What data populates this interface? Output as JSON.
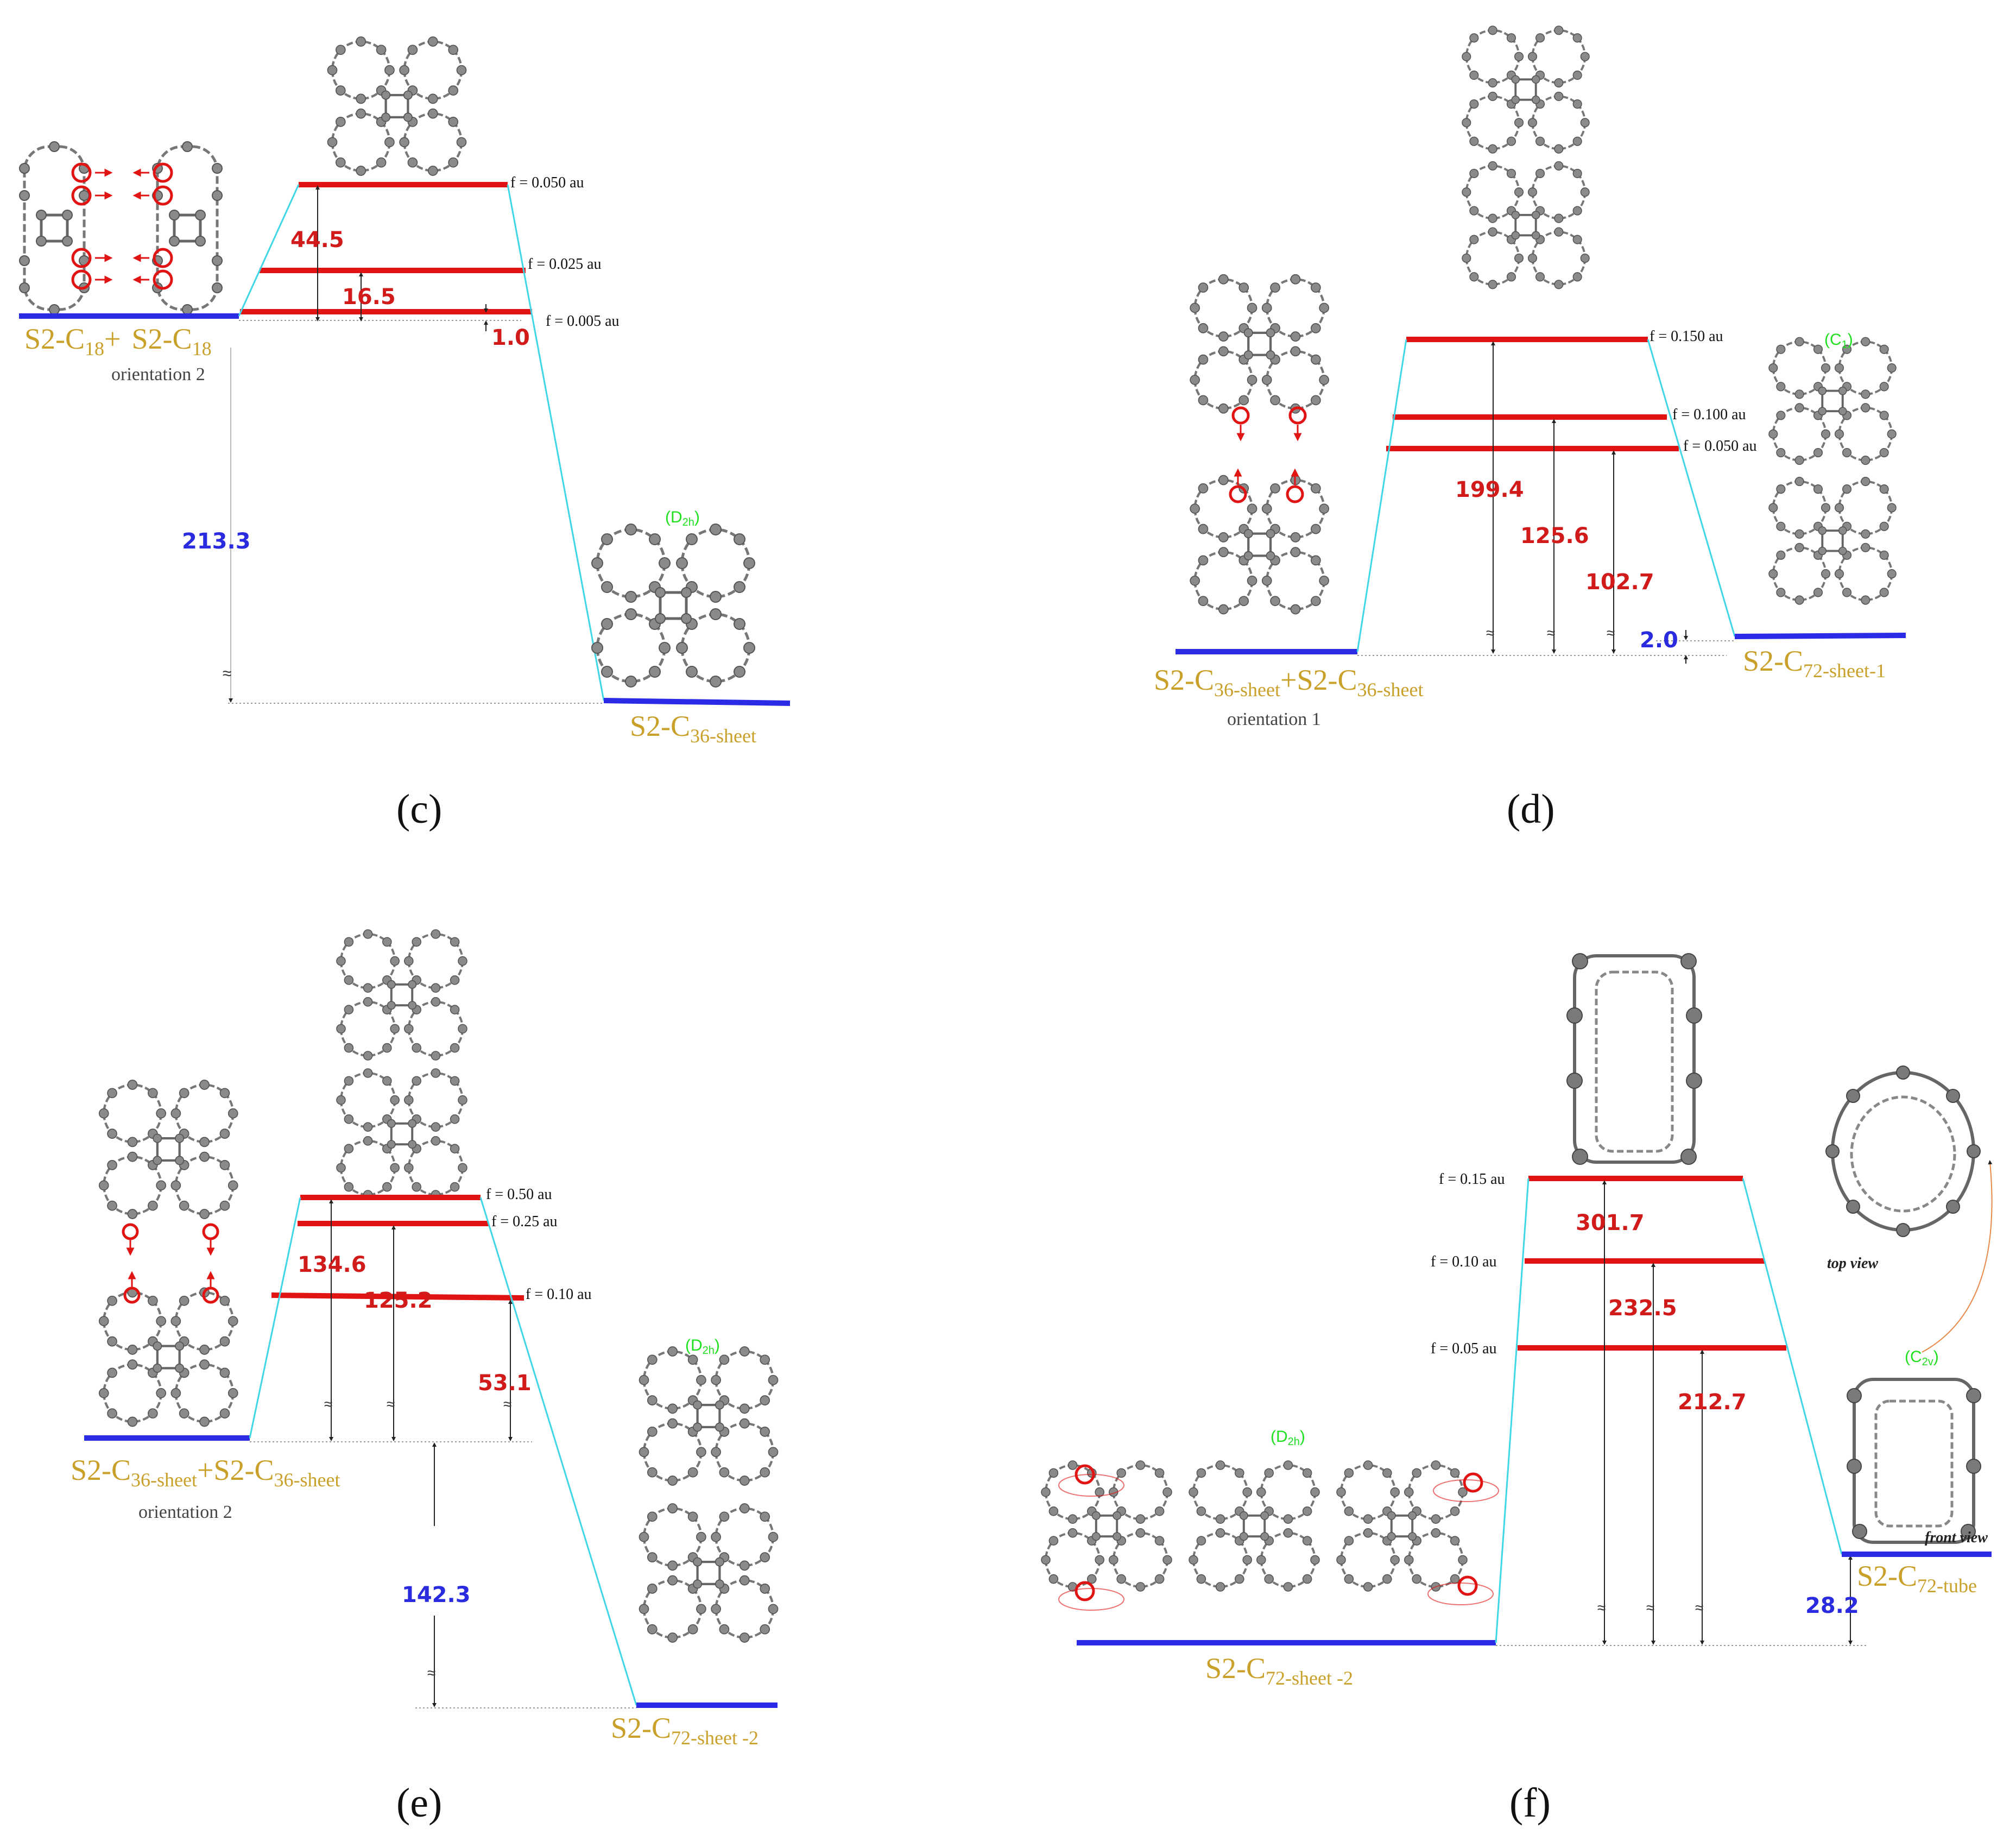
{
  "panels": {
    "c": {
      "label": "(c)",
      "reactant_a": "S2-C",
      "reactant_a_sub": "18",
      "plus": "+",
      "reactant_b": "S2-C",
      "reactant_b_sub": "18",
      "orientation": "orientation 2",
      "product": "S2-C",
      "product_sub": "36-sheet",
      "symmetry": "(D",
      "symmetry_sub": "2h",
      "symmetry_close": ")",
      "barriers": [
        "44.5",
        "16.5",
        "1.0"
      ],
      "reaction_energy": "213.3",
      "f_values": [
        "f = 0.050 au",
        "f = 0.025 au",
        "f = 0.005 au"
      ]
    },
    "d": {
      "label": "(d)",
      "reactant_a": "S2-C",
      "reactant_a_sub": "36-sheet",
      "plus": "+",
      "reactant_b": "S2-C",
      "reactant_b_sub": "36-sheet",
      "orientation": "orientation 1",
      "product": "S2-C",
      "product_sub": "72-sheet-1",
      "symmetry": "(C",
      "symmetry_sub": "1",
      "symmetry_close": ")",
      "barriers": [
        "199.4",
        "125.6",
        "102.7"
      ],
      "reaction_energy": "2.0",
      "f_values": [
        "f = 0.150 au",
        "f = 0.100 au",
        "f = 0.050 au"
      ]
    },
    "e": {
      "label": "(e)",
      "reactant_a": "S2-C",
      "reactant_a_sub": "36-sheet",
      "plus": "+",
      "reactant_b": "S2-C",
      "reactant_b_sub": "36-sheet",
      "orientation": "orientation 2",
      "product": "S2-C",
      "product_sub": "72-sheet -2",
      "symmetry": "(D",
      "symmetry_sub": "2h",
      "symmetry_close": ")",
      "barriers": [
        "134.6",
        "125.2",
        "53.1"
      ],
      "reaction_energy": "142.3",
      "f_values": [
        "f = 0.50 au",
        "f = 0.25 au",
        "f = 0.10 au"
      ]
    },
    "f": {
      "label": "(f)",
      "reactant": "S2-C",
      "reactant_sub": "72-sheet -2",
      "reactant_symmetry": "(D",
      "reactant_symmetry_sub": "2h",
      "reactant_symmetry_close": ")",
      "product": "S2-C",
      "product_sub": "72-tube",
      "symmetry": "(C",
      "symmetry_sub": "2v",
      "symmetry_close": ")",
      "barriers": [
        "301.7",
        "232.5",
        "212.7"
      ],
      "reaction_energy": "28.2",
      "f_values": [
        "f = 0.15 au",
        "f = 0.10 au",
        "f = 0.05 au"
      ],
      "top_view": "top view",
      "front_view": "front view"
    }
  },
  "colors": {
    "level_red": "#e11414",
    "level_blue": "#2b2be6",
    "connector_cyan": "#3fd6e6",
    "value_red": "#d11a1a",
    "value_blue": "#2a2adf",
    "label_gold": "#c8a02a",
    "symmetry_green": "#1ee01e"
  }
}
